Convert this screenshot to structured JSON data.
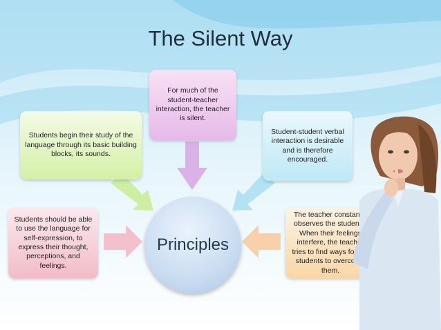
{
  "title": "The Silent Way",
  "center": "Principles",
  "boxes": {
    "top": "For much of the student-teacher interaction, the teacher is silent.",
    "left_top": "Students begin their study of the language through its basic building blocks, its sounds.",
    "right_top": "Student-student verbal interaction is desirable and is therefore encouraged.",
    "left_bottom": "Students should be able to use the language for self-expression, to express their thought, perceptions, and feelings.",
    "right_bottom": "The teacher constantly observes the students. When their feelings interfere, the teacher tries to find ways for the students to overcome them."
  },
  "colors": {
    "top": "#e6b9e8",
    "left_top": "#d4f0a6",
    "right_top": "#bfe8f7",
    "left_bottom": "#f2bcc7",
    "right_bottom": "#f9d6a6",
    "center": "#c9dcf1"
  }
}
